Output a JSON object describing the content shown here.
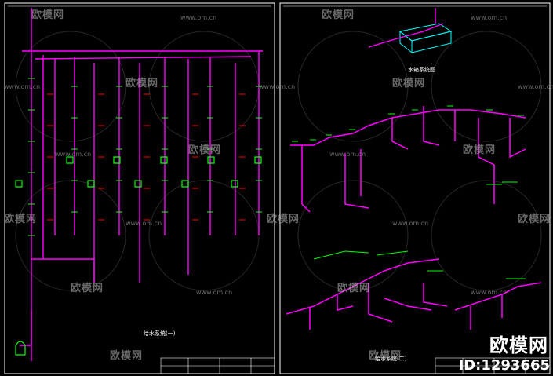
{
  "watermarks": [
    {
      "text": "欧模网",
      "url": "www.om.cn"
    }
  ],
  "left_sheet": {
    "caption": "给水系统(一)"
  },
  "right_sheet": {
    "top_caption": "水箱系统图",
    "bottom_caption": "给水系统(二)"
  },
  "brand": {
    "name": "欧模网",
    "id_text": "ID:1293665"
  },
  "colors": {
    "pipe": "#ff00ff",
    "label_red": "#ff0000",
    "label_green": "#00ff00",
    "tank": "#00ffff",
    "frame": "#ffffff"
  }
}
